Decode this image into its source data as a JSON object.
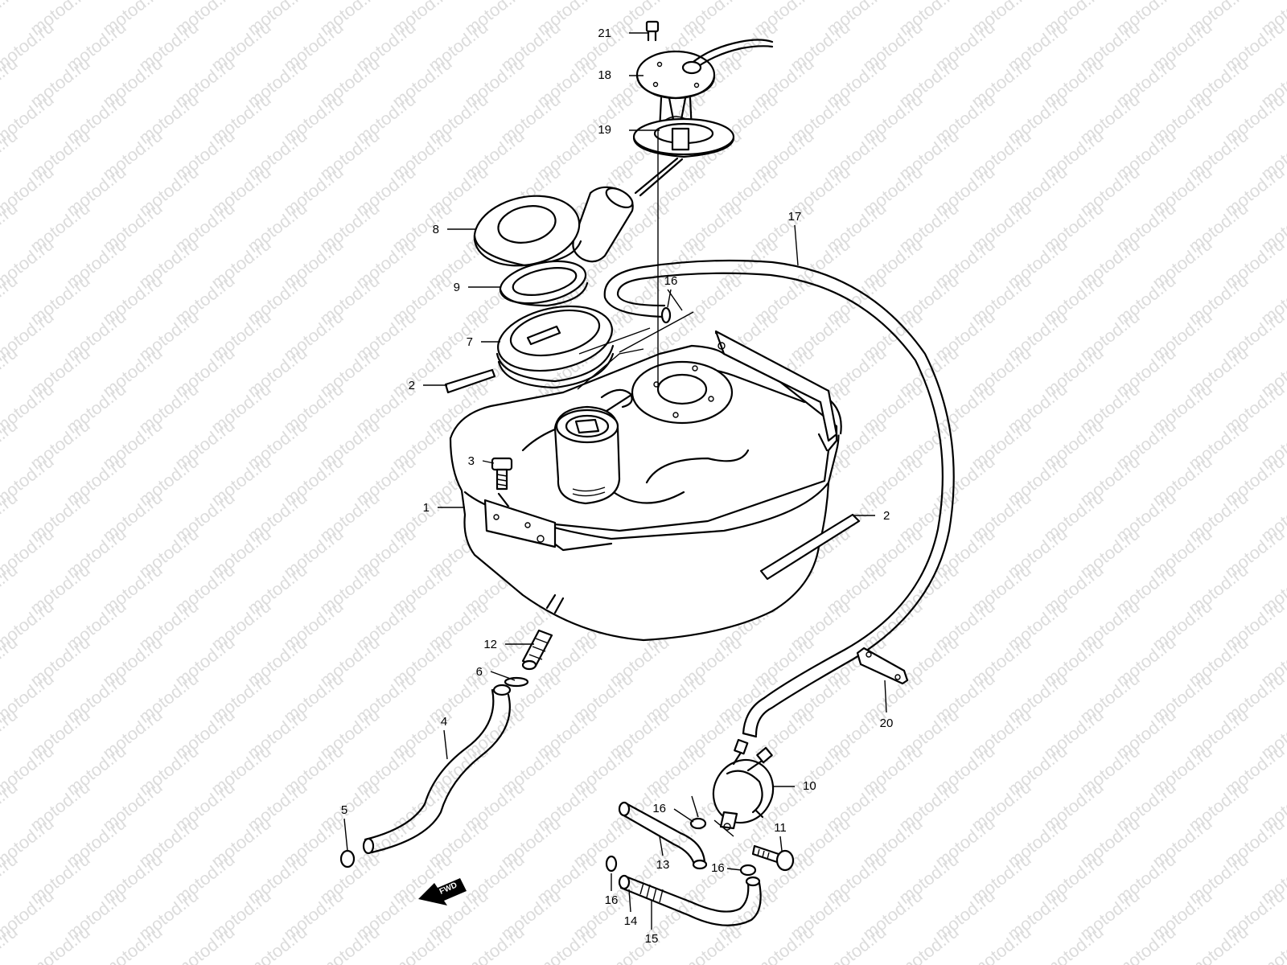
{
  "watermark": "motod.ru",
  "fwd_label": "FWD",
  "callouts": [
    {
      "id": "c21",
      "text": "21"
    },
    {
      "id": "c18",
      "text": "18"
    },
    {
      "id": "c19",
      "text": "19"
    },
    {
      "id": "c17",
      "text": "17"
    },
    {
      "id": "c8",
      "text": "8"
    },
    {
      "id": "c16a",
      "text": "16"
    },
    {
      "id": "c9",
      "text": "9"
    },
    {
      "id": "c7",
      "text": "7"
    },
    {
      "id": "c2a",
      "text": "2"
    },
    {
      "id": "c3",
      "text": "3"
    },
    {
      "id": "c1",
      "text": "1"
    },
    {
      "id": "c2b",
      "text": "2"
    },
    {
      "id": "c12",
      "text": "12"
    },
    {
      "id": "c6",
      "text": "6"
    },
    {
      "id": "c20",
      "text": "20"
    },
    {
      "id": "c4",
      "text": "4"
    },
    {
      "id": "c10",
      "text": "10"
    },
    {
      "id": "c5",
      "text": "5"
    },
    {
      "id": "c16b",
      "text": "16"
    },
    {
      "id": "c11",
      "text": "11"
    },
    {
      "id": "c13",
      "text": "13"
    },
    {
      "id": "c16c",
      "text": "16"
    },
    {
      "id": "c16d",
      "text": "16"
    },
    {
      "id": "c14",
      "text": "14"
    },
    {
      "id": "c15",
      "text": "15"
    }
  ]
}
